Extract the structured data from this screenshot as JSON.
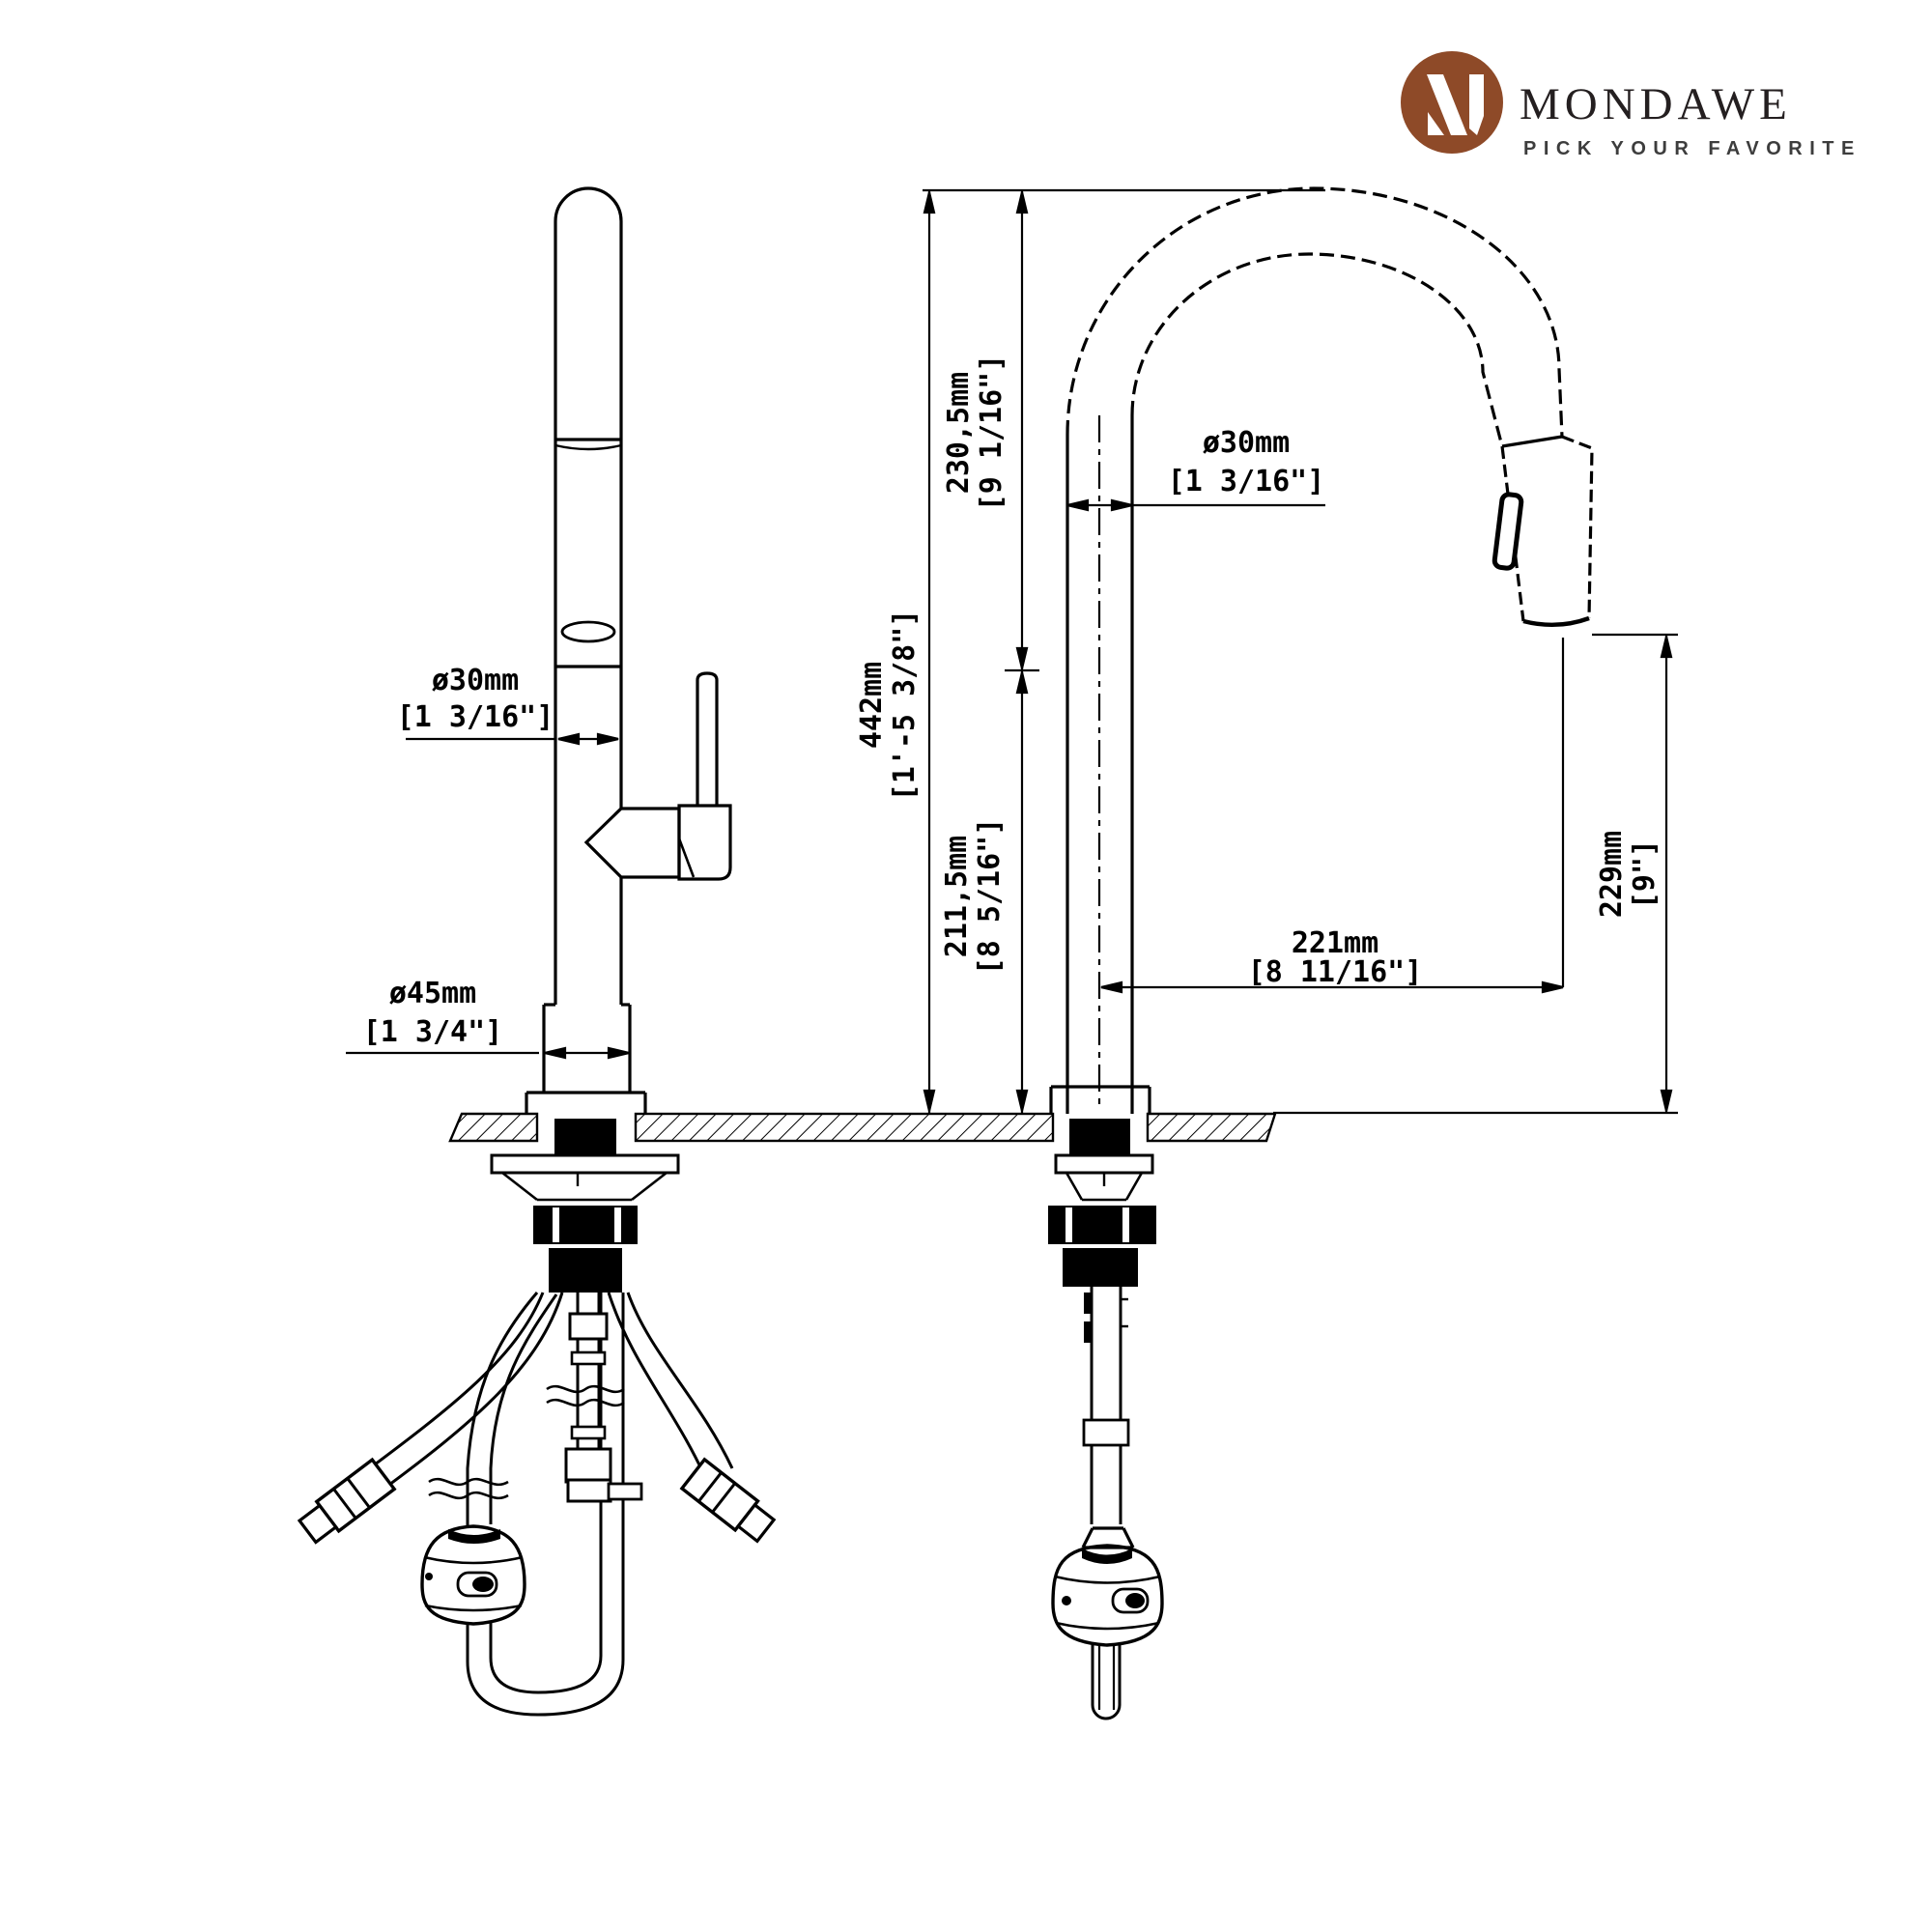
{
  "brand": {
    "name": "MONDAWE",
    "tagline": "PICK YOUR FAVORITE",
    "monogram_letter": "M",
    "logo_color": "#8e4a28"
  },
  "drawing": {
    "type": "faucet-installation-dimension-diagram",
    "views": [
      "side-view-with-supply-hoses",
      "front-view-gooseneck-with-pulldown-sprayer"
    ],
    "dimension_labels": {
      "left_spout_diameter": {
        "l1": "ø30mm",
        "l2": "[1 3/16\"]"
      },
      "left_base_diameter": {
        "l1": "ø45mm",
        "l2": "[1 3/4\"]"
      },
      "right_spout_diameter": {
        "l1": "ø30mm",
        "l2": "[1 3/16\"]"
      },
      "upper_height": {
        "l1": "230,5mm",
        "l2": "[9 1/16\"]"
      },
      "total_height": {
        "l1": "442mm",
        "l2": "[1'-5 3/8\"]"
      },
      "lower_height": {
        "l1": "211,5mm",
        "l2": "[8 5/16\"]"
      },
      "reach": {
        "l1": "221mm",
        "l2": "[8 11/16\"]"
      },
      "spray_head_height": {
        "l1": "229mm",
        "l2": "[9\"]"
      }
    }
  }
}
